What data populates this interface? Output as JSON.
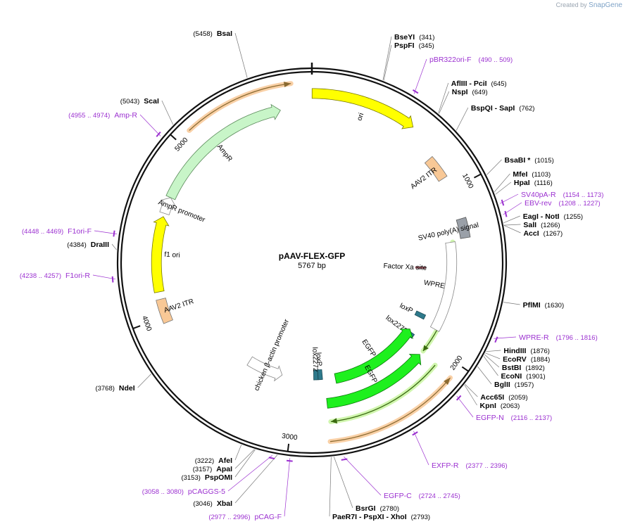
{
  "credit": {
    "prefix": "Created by",
    "brand": "SnapGene"
  },
  "plasmid": {
    "name": "pAAV-FLEX-GFP",
    "size_label": "5767 bp",
    "length_bp": 5767
  },
  "ticks": [
    {
      "bp": 1000,
      "label": "1000"
    },
    {
      "bp": 2000,
      "label": "2000"
    },
    {
      "bp": 3000,
      "label": "3000"
    },
    {
      "bp": 4000,
      "label": "4000"
    },
    {
      "bp": 5000,
      "label": "5000"
    }
  ],
  "features": [
    {
      "name": "ori",
      "start": 1,
      "end": 589,
      "color": "#ffff00",
      "stroke": "#777700",
      "dir": 1,
      "ring": 0.87
    },
    {
      "name": "AAV2 ITR",
      "start": 779,
      "end": 920,
      "color": "#f8c896",
      "stroke": "#777",
      "dir": 0,
      "ring": 0.8
    },
    {
      "name": "SV40 poly(A) signal",
      "start": 1180,
      "end": 1296,
      "color": "#9aa0a8",
      "stroke": "#555",
      "dir": 0,
      "ring": 0.8
    },
    {
      "name": "WPRE",
      "start": 1310,
      "end": 1899,
      "color": "#ffffff",
      "stroke": "#888",
      "dir": 0,
      "ring": 0.72
    },
    {
      "name": "loxP",
      "start": 1840,
      "end": 1874,
      "color": "#2e7a8c",
      "stroke": "#1a4a55",
      "dir": 0,
      "ring": 0.62
    },
    {
      "name": "lox2272",
      "start": 2005,
      "end": 2039,
      "color": "#2e7a8c",
      "stroke": "#1a4a55",
      "dir": 0,
      "ring": 0.62
    },
    {
      "name": "EGFP",
      "start": 1990,
      "end": 2700,
      "color": "#1ef01e",
      "stroke": "#0a7a0a",
      "dir": -1,
      "ring": 0.61
    },
    {
      "name": "EGFP",
      "start": 2090,
      "end": 2785,
      "color": "#1ef01e",
      "stroke": "#0a7a0a",
      "dir": -1,
      "ring": 0.73
    },
    {
      "name": "lox2272",
      "start": 2835,
      "end": 2869,
      "color": "#2e7a8c",
      "stroke": "#1a4a55",
      "dir": 0,
      "ring": 0.58
    },
    {
      "name": "loxP",
      "start": 2800,
      "end": 2834,
      "color": "#2e7a8c",
      "stroke": "#1a4a55",
      "dir": 0,
      "ring": 0.58
    },
    {
      "name": "chicken β-actin promoter",
      "start": 3120,
      "end": 3400,
      "color": "#ffffff",
      "stroke": "#888",
      "dir": -1,
      "ring": 0.6
    },
    {
      "name": "AAV2 ITR",
      "start": 3965,
      "end": 4106,
      "color": "#f8c896",
      "stroke": "#777",
      "dir": 0,
      "ring": 0.8
    },
    {
      "name": "f1 ori",
      "start": 4150,
      "end": 4600,
      "color": "#ffff00",
      "stroke": "#777700",
      "dir": 1,
      "ring": 0.8
    },
    {
      "name": "AmpR promoter",
      "start": 4620,
      "end": 4720,
      "color": "#ffffff",
      "stroke": "#888",
      "dir": 1,
      "ring": 0.8
    },
    {
      "name": "AmpR",
      "start": 4720,
      "end": 5580,
      "color": "#c8f5c8",
      "stroke": "#5a8a5a",
      "dir": 1,
      "ring": 0.8
    },
    {
      "name": "Factor Xa site",
      "start": 1480,
      "end": 1492,
      "color": "#c0707a",
      "stroke": "#7a3a44",
      "dir": 0,
      "ring": 0.56
    }
  ],
  "outer_arcs": [
    {
      "start": 5080,
      "end": 5660,
      "color": "#f8c896",
      "line": "#8a6a30",
      "dir": 1
    },
    {
      "start": 2080,
      "end": 2790,
      "color": "#f8c896",
      "line": "#8a6a30",
      "dir": -1
    },
    {
      "start": 1310,
      "end": 2060,
      "color": "#c8f5a0",
      "line": "#3a6a10",
      "dir": 1
    },
    {
      "start": 2080,
      "end": 2775,
      "color": "#c8f5a0",
      "line": "#3a6a10",
      "dir": 1
    }
  ],
  "enzymes": [
    {
      "name": "BseYI",
      "pos_label": "(341)",
      "bp": 341,
      "side": "r",
      "row": 0
    },
    {
      "name": "PspFI",
      "pos_label": "(345)",
      "bp": 345,
      "side": "r",
      "row": 1
    },
    {
      "name": "AflIII - PciI",
      "pos_label": "(645)",
      "bp": 645,
      "side": "r",
      "row": 2
    },
    {
      "name": "NspI",
      "pos_label": "(649)",
      "bp": 649,
      "side": "r",
      "row": 3
    },
    {
      "name": "BspQI - SapI",
      "pos_label": "(762)",
      "bp": 762,
      "side": "r",
      "row": 4
    },
    {
      "name": "BsaBI *",
      "pos_label": "(1015)",
      "bp": 1015,
      "side": "r",
      "row": 5
    },
    {
      "name": "MfeI",
      "pos_label": "(1103)",
      "bp": 1103,
      "side": "r",
      "row": 6
    },
    {
      "name": "HpaI",
      "pos_label": "(1116)",
      "bp": 1116,
      "side": "r",
      "row": 7
    },
    {
      "name": "EagI - NotI",
      "pos_label": "(1255)",
      "bp": 1255,
      "side": "r",
      "row": 8
    },
    {
      "name": "SalI",
      "pos_label": "(1266)",
      "bp": 1266,
      "side": "r",
      "row": 9
    },
    {
      "name": "AccI",
      "pos_label": "(1267)",
      "bp": 1267,
      "side": "r",
      "row": 10
    },
    {
      "name": "PflMI",
      "pos_label": "(1630)",
      "bp": 1630,
      "side": "r",
      "row": 11
    },
    {
      "name": "HindIII",
      "pos_label": "(1876)",
      "bp": 1876,
      "side": "r",
      "row": 12
    },
    {
      "name": "EcoRV",
      "pos_label": "(1884)",
      "bp": 1884,
      "side": "r",
      "row": 13
    },
    {
      "name": "BstBI",
      "pos_label": "(1892)",
      "bp": 1892,
      "side": "r",
      "row": 14
    },
    {
      "name": "EcoNI",
      "pos_label": "(1901)",
      "bp": 1901,
      "side": "r",
      "row": 15
    },
    {
      "name": "BglII",
      "pos_label": "(1957)",
      "bp": 1957,
      "side": "r",
      "row": 16
    },
    {
      "name": "Acc65I",
      "pos_label": "(2059)",
      "bp": 2059,
      "side": "r",
      "row": 17
    },
    {
      "name": "KpnI",
      "pos_label": "(2063)",
      "bp": 2063,
      "side": "r",
      "row": 18
    },
    {
      "name": "BsrGI",
      "pos_label": "(2780)",
      "bp": 2780,
      "side": "b",
      "row": 19
    },
    {
      "name": "PaeR7I - PspXI - XhoI",
      "pos_label": "(2793)",
      "bp": 2793,
      "side": "b",
      "row": 20
    },
    {
      "name": "XbaI",
      "pos_label": "(3046)",
      "bp": 3046,
      "side": "l",
      "row": 21
    },
    {
      "name": "PspOMI",
      "pos_label": "(3153)",
      "bp": 3153,
      "side": "l",
      "row": 22
    },
    {
      "name": "ApaI",
      "pos_label": "(3157)",
      "bp": 3157,
      "side": "l",
      "row": 23
    },
    {
      "name": "AfeI",
      "pos_label": "(3222)",
      "bp": 3222,
      "side": "l",
      "row": 24
    },
    {
      "name": "NdeI",
      "pos_label": "(3768)",
      "bp": 3768,
      "side": "l",
      "row": 25
    },
    {
      "name": "DraIII",
      "pos_label": "(4384)",
      "bp": 4384,
      "side": "l",
      "row": 26
    },
    {
      "name": "ScaI",
      "pos_label": "(5043)",
      "bp": 5043,
      "side": "l",
      "row": 27
    },
    {
      "name": "BsaI",
      "pos_label": "(5458)",
      "bp": 5458,
      "side": "l",
      "row": 28
    }
  ],
  "primers": [
    {
      "name": "pBR322ori-F",
      "range": "(490 .. 509)",
      "bp": 500
    },
    {
      "name": "SV40pA-R",
      "range": "(1154 .. 1173)",
      "bp": 1163
    },
    {
      "name": "EBV-rev",
      "range": "(1208 .. 1227)",
      "bp": 1217
    },
    {
      "name": "WPRE-R",
      "range": "(1796 .. 1816)",
      "bp": 1806
    },
    {
      "name": "EGFP-N",
      "range": "(2116 .. 2137)",
      "bp": 2126
    },
    {
      "name": "EXFP-R",
      "range": "(2377 .. 2396)",
      "bp": 2386
    },
    {
      "name": "EGFP-C",
      "range": "(2724 .. 2745)",
      "bp": 2734
    },
    {
      "name": "pCAG-F",
      "range": "(2977 .. 2996)",
      "bp": 2986
    },
    {
      "name": "pCAGGS-5",
      "range": "(3058 .. 3080)",
      "bp": 3069
    },
    {
      "name": "F1ori-R",
      "range": "(4238 .. 4257)",
      "bp": 4247
    },
    {
      "name": "F1ori-F",
      "range": "(4448 .. 4469)",
      "bp": 4458
    },
    {
      "name": "Amp-R",
      "range": "(4955 .. 4974)",
      "bp": 4964
    }
  ]
}
